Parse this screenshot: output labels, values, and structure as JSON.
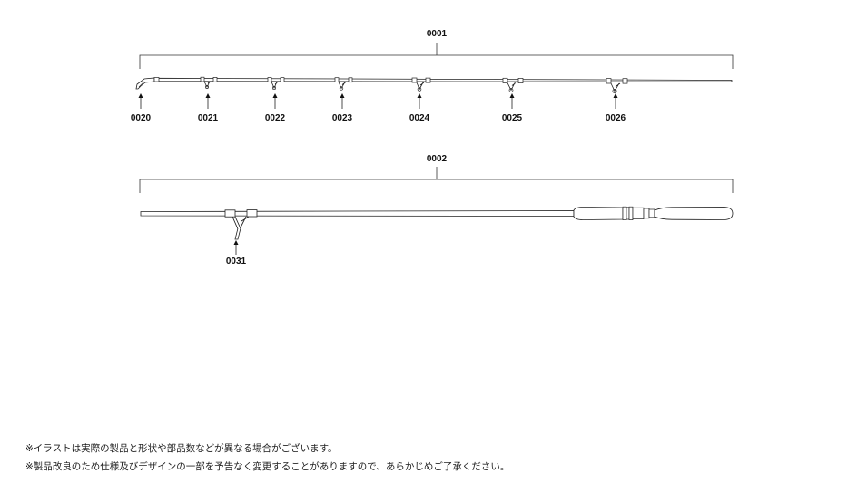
{
  "diagram": {
    "sections": [
      {
        "id": "tip-section",
        "label": "0001",
        "parts": [
          "0020",
          "0021",
          "0022",
          "0023",
          "0024",
          "0025",
          "0026"
        ]
      },
      {
        "id": "butt-section",
        "label": "0002",
        "parts": [
          "0031"
        ]
      }
    ]
  },
  "notes": [
    "※イラストは実際の製品と形状や部品数などが異なる場合がございます。",
    "※製品改良のため仕様及びデザインの一部を予告なく変更することがありますので、あらかじめご了承ください。"
  ]
}
